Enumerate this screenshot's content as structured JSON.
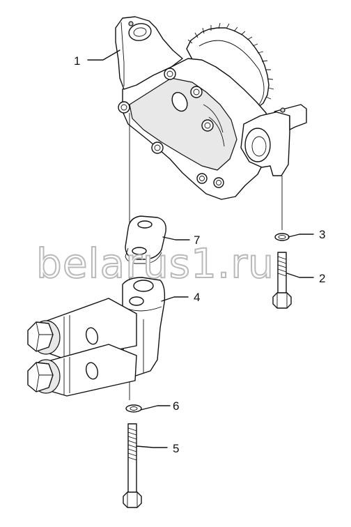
{
  "watermark": "belarus1.ru",
  "callouts": [
    {
      "id": "c1",
      "label": "1"
    },
    {
      "id": "c2",
      "label": "2"
    },
    {
      "id": "c3",
      "label": "3"
    },
    {
      "id": "c4",
      "label": "4"
    },
    {
      "id": "c5",
      "label": "5"
    },
    {
      "id": "c6",
      "label": "6"
    },
    {
      "id": "c7",
      "label": "7"
    }
  ],
  "colors": {
    "line": "#111111",
    "watermark_outline": "#b9b9b9",
    "background": "#ffffff"
  }
}
